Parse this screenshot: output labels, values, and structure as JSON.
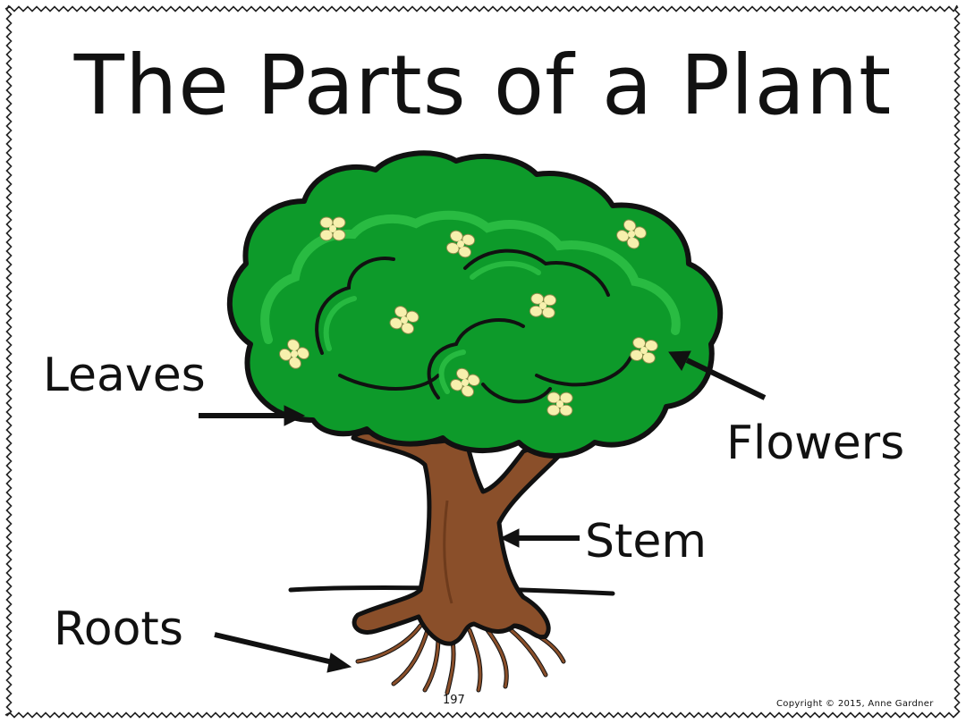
{
  "title": "The Parts of a Plant",
  "labels": {
    "leaves": "Leaves",
    "flowers": "Flowers",
    "stem": "Stem",
    "roots": "Roots"
  },
  "page_number": "197",
  "copyright": "Copyright © 2015, Anne Gardner",
  "colors": {
    "leaf_green": "#0d9a2a",
    "leaf_highlight": "#2cbf45",
    "trunk_brown": "#8a4f2a",
    "flower_yellow": "#f7f0ad",
    "outline": "#111111"
  },
  "icons": {
    "tree": "tree-illustration",
    "arrows": "arrow-icon"
  }
}
